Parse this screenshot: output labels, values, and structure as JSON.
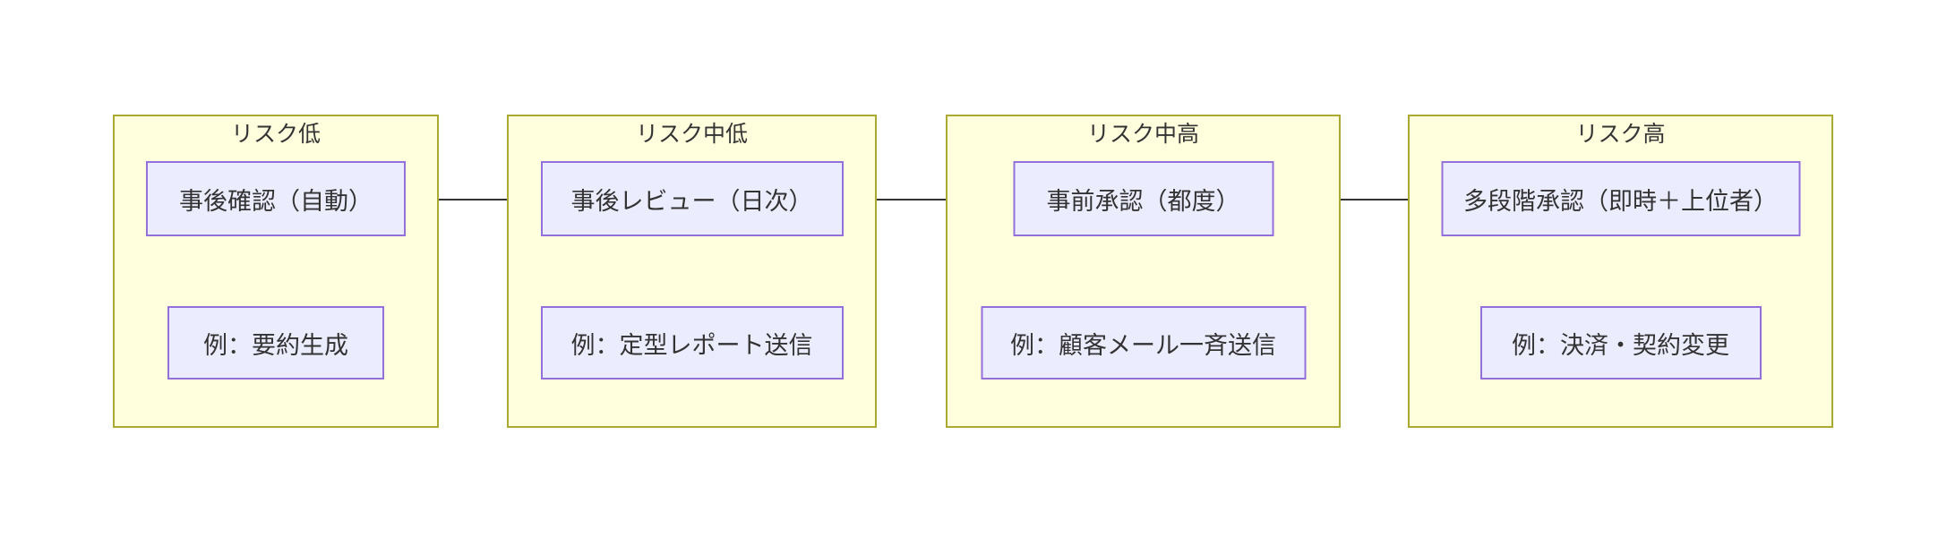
{
  "diagram": {
    "type": "flowchart",
    "direction": "left-to-right",
    "colors": {
      "background": "#ffffff",
      "group_fill": "#ffffde",
      "group_border": "#aaaa33",
      "node_fill": "#ECECFF",
      "node_border": "#9370DB",
      "line_color": "#333333",
      "text_color": "#333333"
    },
    "groups": [
      {
        "title": "リスク低",
        "control": "事後確認（自動）",
        "example": "例：要約生成"
      },
      {
        "title": "リスク中低",
        "control": "事後レビュー（日次）",
        "example": "例：定型レポート送信"
      },
      {
        "title": "リスク中高",
        "control": "事前承認（都度）",
        "example": "例：顧客メール一斉送信"
      },
      {
        "title": "リスク高",
        "control": "多段階承認（即時＋上位者）",
        "example": "例：決済・契約変更"
      }
    ],
    "edges": [
      {
        "from": "事後確認（自動）",
        "to": "事後レビュー（日次）"
      },
      {
        "from": "事後レビュー（日次）",
        "to": "事前承認（都度）"
      },
      {
        "from": "事前承認（都度）",
        "to": "多段階承認（即時＋上位者）"
      }
    ]
  }
}
